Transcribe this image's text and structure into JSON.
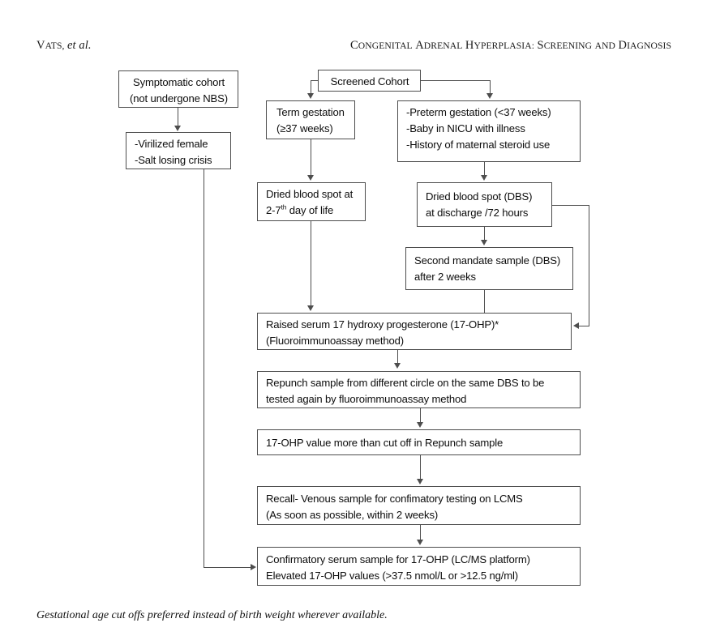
{
  "running_head": {
    "left_author": "Vats,",
    "left_author_italic": "et al.",
    "right_title_words": [
      "Congenital",
      "Adrenal",
      "Hyperplasia:",
      "Screening",
      "and",
      "Diagnosis"
    ],
    "right_title_plain": "Congenital Adrenal Hyperplasia: Screening and Diagnosis"
  },
  "flowchart": {
    "type": "flowchart",
    "title": "Congenital Adrenal Hyperplasia: Screening and Diagnosis algorithm",
    "line_color": "#4d4d4d",
    "box_fill": "#ffffff",
    "nodes": {
      "symptomatic_cohort": {
        "line1": "Symptomatic cohort",
        "line2": "(not undergone NBS)"
      },
      "symptoms": {
        "line1": "-Virilized female",
        "line2": "-Salt losing crisis"
      },
      "screened_cohort": {
        "line1": "Screened Cohort"
      },
      "term_gestation": {
        "line1": "Term gestation",
        "line2": "(≥37 weeks)"
      },
      "preterm_criteria": {
        "line1": "-Preterm gestation (<37 weeks)",
        "line2": "-Baby in NICU with illness",
        "line3": "-History of maternal steroid use"
      },
      "dbs_term": {
        "line1": "Dried blood spot at",
        "line2_pre": "2-7",
        "line2_sup": "th",
        "line2_post": " day of life"
      },
      "dbs_preterm": {
        "line1": "Dried blood spot (DBS)",
        "line2": "at discharge /72 hours"
      },
      "second_mandate": {
        "line1": "Second mandate sample (DBS)",
        "line2": "after 2 weeks"
      },
      "raised_serum": {
        "line1": "Raised serum 17 hydroxy progesterone (17-OHP)*",
        "line2": "(Fluoroimmunoassay method)"
      },
      "repunch": {
        "line1": "Repunch sample from different circle on the same DBS to be",
        "line2": "tested again by fluoroimmunoassay method"
      },
      "cutoff": {
        "line1": "17-OHP value more than cut off in Repunch sample"
      },
      "recall": {
        "line1": "Recall- Venous sample for confimatory testing on LCMS",
        "line2": "(As soon as possible, within 2 weeks)"
      },
      "confirmatory": {
        "line1": "Confirmatory serum sample for 17-OHP (LC/MS platform)",
        "line2": "Elevated 17-OHP values (>37.5 nmol/L or >12.5 ng/ml)"
      }
    },
    "edges": [
      {
        "from": "symptomatic_cohort",
        "to": "symptoms",
        "style": "arrow-down"
      },
      {
        "from": "symptoms",
        "to": "confirmatory",
        "style": "elbow-down-right-arrow"
      },
      {
        "from": "screened_cohort",
        "to": "term_gestation",
        "style": "elbow-left-down-arrow"
      },
      {
        "from": "screened_cohort",
        "to": "preterm_criteria",
        "style": "elbow-right-down-arrow"
      },
      {
        "from": "term_gestation",
        "to": "dbs_term",
        "style": "arrow-down"
      },
      {
        "from": "preterm_criteria",
        "to": "dbs_preterm",
        "style": "arrow-down"
      },
      {
        "from": "dbs_term",
        "to": "raised_serum",
        "style": "line-down-arrow"
      },
      {
        "from": "dbs_preterm",
        "to": "second_mandate",
        "style": "arrow-down"
      },
      {
        "from": "dbs_preterm",
        "to": "raised_serum",
        "style": "right-loop-back-arrow"
      },
      {
        "from": "second_mandate",
        "to": "raised_serum",
        "style": "line-down"
      },
      {
        "from": "raised_serum",
        "to": "repunch",
        "style": "arrow-down"
      },
      {
        "from": "repunch",
        "to": "cutoff",
        "style": "arrow-down"
      },
      {
        "from": "cutoff",
        "to": "recall",
        "style": "arrow-down"
      },
      {
        "from": "recall",
        "to": "confirmatory",
        "style": "arrow-down"
      }
    ]
  },
  "footnote": {
    "text": "Gestational age cut offs preferred instead of birth weight wherever available."
  }
}
